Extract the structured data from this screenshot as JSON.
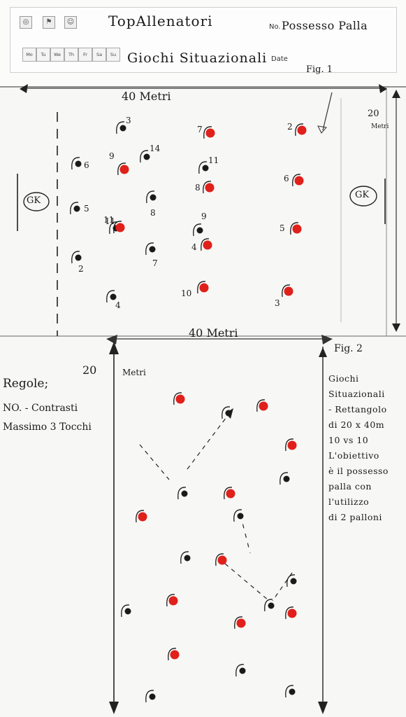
{
  "header": {
    "title": "TopAllenatori",
    "no_label": "No.",
    "no_value": "Possesso Palla",
    "subtitle": "Giochi Situazionali",
    "date_label": "Date",
    "days": [
      "Mo",
      "Tu",
      "We",
      "Th",
      "Fr",
      "Sa",
      "Su"
    ],
    "icons": [
      "circle-icon",
      "flag-icon",
      "person-icon"
    ]
  },
  "figure1": {
    "label": "Fig. 1",
    "top_dimension": "40 Metri",
    "bottom_dimension": "40 Metri",
    "side_dimension_value": "20",
    "side_dimension_unit": "Metri",
    "goalkeeper_left": "GK",
    "goalkeeper_right": "GK",
    "black_players": [
      "3",
      "6",
      "9",
      "14",
      "11",
      "5",
      "8",
      "11",
      "2",
      "7",
      "4"
    ],
    "red_players": [
      "7",
      "2",
      "9",
      "8",
      "6",
      "11",
      "5",
      "4",
      "10",
      "3"
    ]
  },
  "rules": {
    "title": "Regole;",
    "line1": "NO. - Contrasti",
    "line2": "Massimo 3 Tocchi"
  },
  "figure2": {
    "label": "Fig. 2",
    "side_value": "20",
    "side_unit": "Metri",
    "description": [
      "Giochi",
      "Situazionali",
      "- Rettangolo",
      "di 20 x 40m",
      "10 vs 10",
      "L'obiettivo",
      "è il possesso",
      "palla con",
      "l'utilizzo",
      "di 2 palloni"
    ]
  },
  "colors": {
    "red": "#e0201b",
    "ink": "#1a1a1a",
    "paper": "#f7f7f5"
  }
}
